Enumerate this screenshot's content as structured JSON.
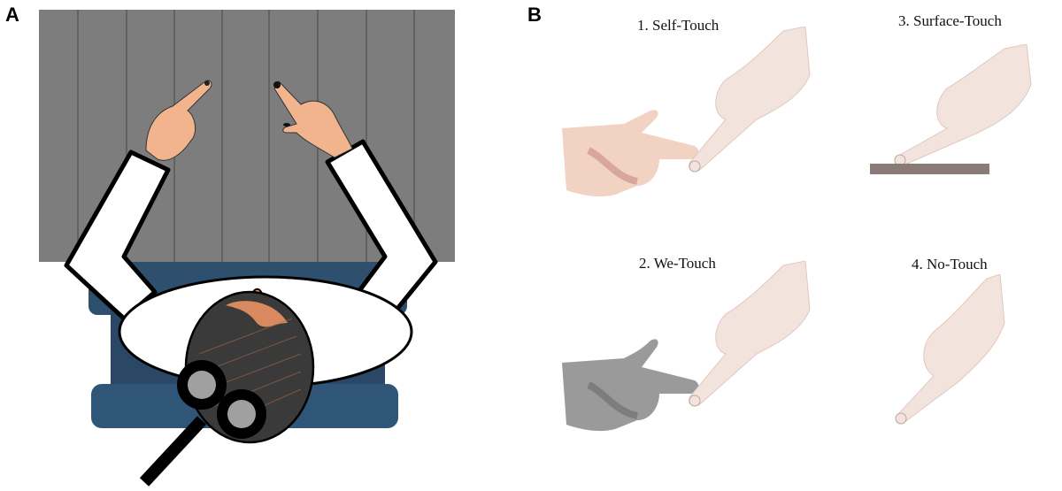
{
  "figure": {
    "panel_a": {
      "label": "A",
      "description": "Top-down view of participant with head-mounted eye tracker pointing at wooden table",
      "colors": {
        "table": "#7d7d7d",
        "table_plank_line": "#5a5a5a",
        "chair": "#2f4f6e",
        "sleeve": "#ffffff",
        "skin": "#f2b48c",
        "hair": "#3a3a3a",
        "lens": "#a0a0a0"
      }
    },
    "panel_b": {
      "label": "B",
      "conditions": [
        {
          "id": 1,
          "caption": "1. Self-Touch"
        },
        {
          "id": 2,
          "caption": "2. We-Touch"
        },
        {
          "id": 3,
          "caption": "3. Surface-Touch"
        },
        {
          "id": 4,
          "caption": "4. No-Touch"
        }
      ],
      "colors": {
        "pointing_hand": "#f3e3dd",
        "self_hand": "#f2d2c2",
        "other_hand": "#9a9a9a",
        "surface": "#8a7a78"
      }
    }
  }
}
